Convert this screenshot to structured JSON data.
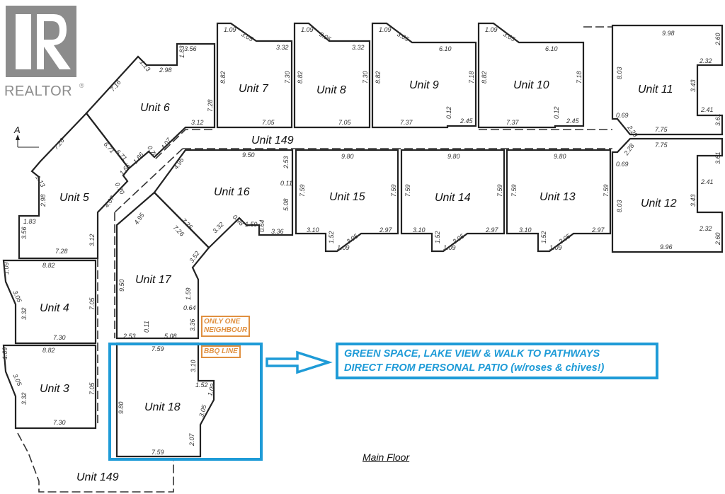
{
  "logo": {
    "text": "REALTOR",
    "mark": "®"
  },
  "section_marker": "A",
  "plan_title": "Main Floor",
  "units": {
    "u3": "Unit 3",
    "u4": "Unit 4",
    "u5": "Unit 5",
    "u6": "Unit 6",
    "u7": "Unit 7",
    "u8": "Unit 8",
    "u9": "Unit 9",
    "u10": "Unit 10",
    "u11": "Unit 11",
    "u12": "Unit 12",
    "u13": "Unit 13",
    "u14": "Unit 14",
    "u15": "Unit 15",
    "u16": "Unit 16",
    "u17": "Unit 17",
    "u18": "Unit 18",
    "u149_top": "Unit 149",
    "u149_bottom": "Unit 149"
  },
  "annotations": {
    "only_one_neighbour": [
      "ONLY ONE",
      "NEIGHBOUR"
    ],
    "bbq_line": "BBQ LINE",
    "green_space": [
      "GREEN SPACE, LAKE VIEW & WALK TO PATHWAYS",
      "DIRECT FROM PERSONAL PATIO (w/roses & chives!)"
    ]
  },
  "colors": {
    "highlight_blue": "#1e9bd7",
    "note_orange": "#e09040",
    "logo_gray": "#8c8c8c"
  },
  "dimensions": {
    "unit7": [
      "1.09",
      "3.05",
      "3.32",
      "8.82",
      "7.30",
      "7.05"
    ],
    "unit8": [
      "1.09",
      "3.05",
      "3.32",
      "8.82",
      "7.30",
      "7.05"
    ],
    "unit9": [
      "1.09",
      "3.05",
      "6.10",
      "8.82",
      "7.18",
      "7.37",
      "0.12",
      "2.45"
    ],
    "unit10": [
      "1.09",
      "3.05",
      "6.10",
      "8.82",
      "7.18",
      "7.37",
      "0.12",
      "2.45"
    ],
    "unit11": [
      "9.98",
      "2.60",
      "2.32",
      "3.43",
      "2.41",
      "3.61",
      "8.03",
      "0.69",
      "2.28",
      "7.75"
    ],
    "unit12": [
      "7.75",
      "3.61",
      "0.69",
      "2.28",
      "2.41",
      "3.43",
      "2.32",
      "2.60",
      "9.96",
      "8.03"
    ],
    "unit15": [
      "9.80",
      "7.59",
      "7.59",
      "3.10",
      "1.52",
      "1.09",
      "3.05",
      "2.97"
    ],
    "unit14": [
      "9.80",
      "7.59",
      "7.59",
      "3.10",
      "1.52",
      "1.09",
      "3.05",
      "2.97"
    ],
    "unit13": [
      "9.80",
      "7.59",
      "7.59",
      "3.10",
      "1.52",
      "1.09",
      "3.05",
      "2.97"
    ],
    "unit16": [
      "9.50",
      "2.53",
      "0.11",
      "5.08",
      "4.95",
      "7.26",
      "3.32",
      "0.98",
      "1.59",
      "0.64",
      "3.36"
    ],
    "unit6": [
      "1.13",
      "2.98",
      "1.83",
      "3.56",
      "7.28",
      "7.16",
      "6.71",
      "3.12",
      "4.07",
      "0.70",
      "1.66"
    ],
    "unit5": [
      "7.26",
      "6.71",
      "1.13",
      "2.98",
      "1.83",
      "3.56",
      "7.28",
      "1.66",
      "0.70",
      "4.07",
      "3.12"
    ],
    "unit4": [
      "1.09",
      "3.05",
      "8.82",
      "7.05",
      "3.32",
      "7.30"
    ],
    "unit3": [
      "1.09",
      "3.05",
      "8.82",
      "7.05",
      "3.32",
      "7.30"
    ],
    "unit17": [
      "4.95",
      "7.26",
      "3.52",
      "9.50",
      "1.59",
      "0.64",
      "3.36",
      "2.53",
      "0.11",
      "5.08"
    ],
    "unit18": [
      "7.59",
      "3.10",
      "1.52",
      "1.09",
      "3.05",
      "9.80",
      "2.07",
      "7.59"
    ]
  }
}
